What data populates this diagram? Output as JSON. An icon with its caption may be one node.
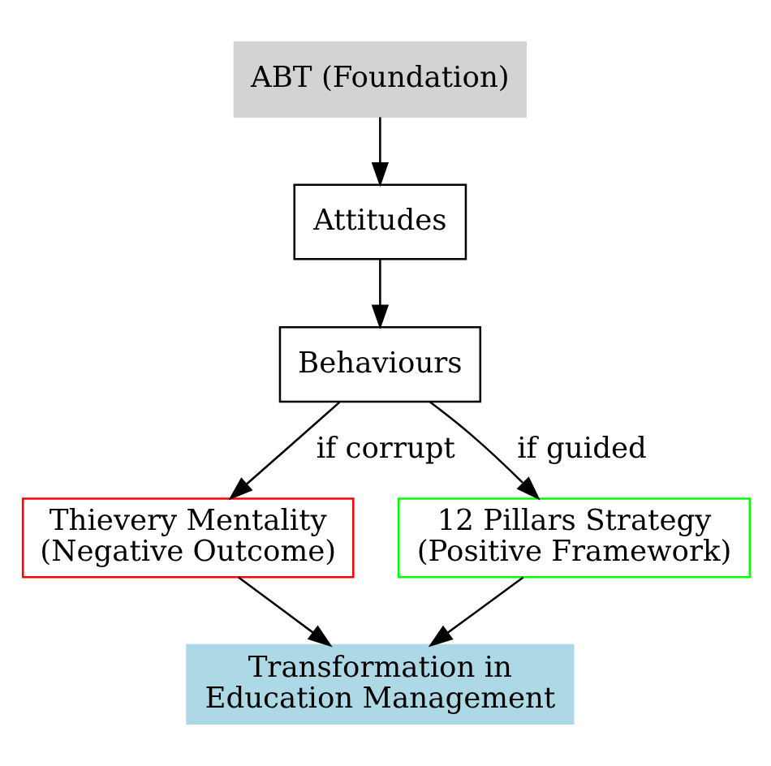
{
  "diagram": {
    "nodes": [
      {
        "text": [
          "ABT (Foundation)"
        ]
      },
      {
        "text": [
          "Attitudes"
        ]
      },
      {
        "text": [
          "Behaviours"
        ]
      },
      {
        "text": [
          "Thievery Mentality (Negative Outcome)"
        ]
      },
      {
        "text": [
          "12 Pillars Strategy (Positive Framework)"
        ]
      },
      {
        "text": [
          "Transformation in Education Management"
        ]
      }
    ],
    "edges": [
      {
        "from": 0,
        "to": 1,
        "arrow": "to"
      },
      {
        "from": 1,
        "to": 2,
        "arrow": "to"
      },
      {
        "from": 2,
        "to": 3,
        "label": "if corrupt",
        "arrow": "to"
      },
      {
        "from": 2,
        "to": 4,
        "label": "if guided",
        "arrow": "to"
      },
      {
        "from": 3,
        "to": 5,
        "arrow": "to"
      },
      {
        "from": 4,
        "to": 5,
        "arrow": "to"
      }
    ]
  }
}
